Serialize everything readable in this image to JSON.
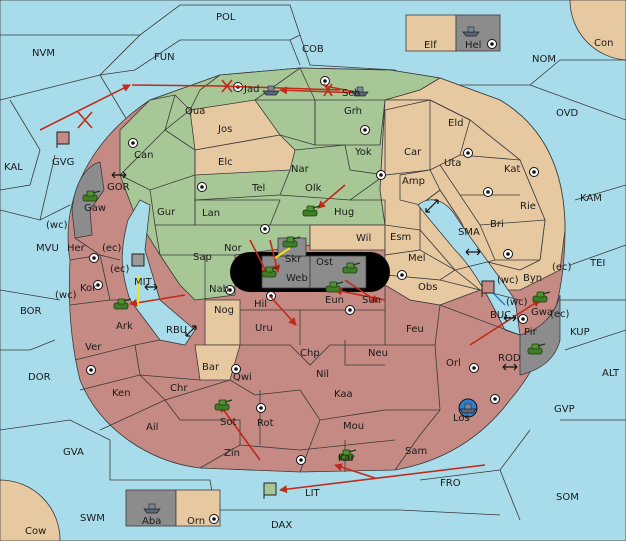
{
  "board": {
    "provinces": {
      "POL": "POL",
      "NVM": "NVM",
      "FUN": "FUN",
      "COB": "COB",
      "NOM": "NOM",
      "Con": "Con",
      "Elf": "Elf",
      "Hel": "Hel",
      "OVD": "OVD",
      "KAL": "KAL",
      "GVG": "GVG",
      "GOR": "GOR",
      "Gaw": "Gaw",
      "MVU": "MVU",
      "BOR": "BOR",
      "DOR": "DOR",
      "GVA": "GVA",
      "SWM": "SWM",
      "Cow": "Cow",
      "Aba": "Aba",
      "Orn": "Orn",
      "DAX": "DAX",
      "LIT": "LIT",
      "FRO": "FRO",
      "SOM": "SOM",
      "GVP": "GVP",
      "ALT": "ALT",
      "KUP": "KUP",
      "TEI": "TEI",
      "KAM": "KAM",
      "SMA": "SMA",
      "RBU": "RBU",
      "MIT": "MIT",
      "BUC": "BUC",
      "ROD": "ROD",
      "Jad": "Jad",
      "Sch": "Sch",
      "Qua": "Qua",
      "Grh": "Grh",
      "Can": "Can",
      "Jos": "Jos",
      "Elc": "Elc",
      "Nar": "Nar",
      "Yok": "Yok",
      "Car": "Car",
      "Eld": "Eld",
      "Uta": "Uta",
      "Kat": "Kat",
      "Tel": "Tel",
      "Olk": "Olk",
      "Gur": "Gur",
      "Lan": "Lan",
      "Hug": "Hug",
      "Amp": "Amp",
      "Rie": "Rie",
      "Bri": "Bri",
      "Esm": "Esm",
      "Wil": "Wil",
      "Nor": "Nor",
      "Sap": "Sap",
      "Skr": "Skr",
      "Web": "Web",
      "Ost": "Ost",
      "Mel": "Mel",
      "Byn": "Byn",
      "Her": "Her",
      "Kor": "Kor",
      "Ark": "Ark",
      "Nab": "Nab",
      "Nog": "Nog",
      "Hil": "Hil",
      "Eun": "Eun",
      "Sun": "Sun",
      "Obs": "Obs",
      "Gwa": "Gwa",
      "Pir": "Pir",
      "Uru": "Uru",
      "Feu": "Feu",
      "Ver": "Ver",
      "Bar": "Bar",
      "Chp": "Chp",
      "Neu": "Neu",
      "Orl": "Orl",
      "Qwi": "Qwi",
      "Nil": "Nil",
      "Ken": "Ken",
      "Chr": "Chr",
      "Kaa": "Kaa",
      "Ail": "Ail",
      "Sot": "Sot",
      "Rot": "Rot",
      "Mou": "Mou",
      "Los": "Los",
      "Zin": "Zin",
      "Sam": "Sam",
      "Kar": "Kar"
    },
    "coast_labels": {
      "wc": "(wc)",
      "ec": "(ec)"
    },
    "colors": {
      "sea": "#a9dcea",
      "powerA": "#a7c896",
      "neutral": "#e7c9a1",
      "powerB": "#c48a83",
      "impassable": "#8c8c8c",
      "move": "#c02a1a",
      "support": "#f1e21a",
      "convoy": "#2a7fd4"
    },
    "unit_icons": {
      "army": "tank-icon",
      "fleet": "ship-icon"
    }
  }
}
